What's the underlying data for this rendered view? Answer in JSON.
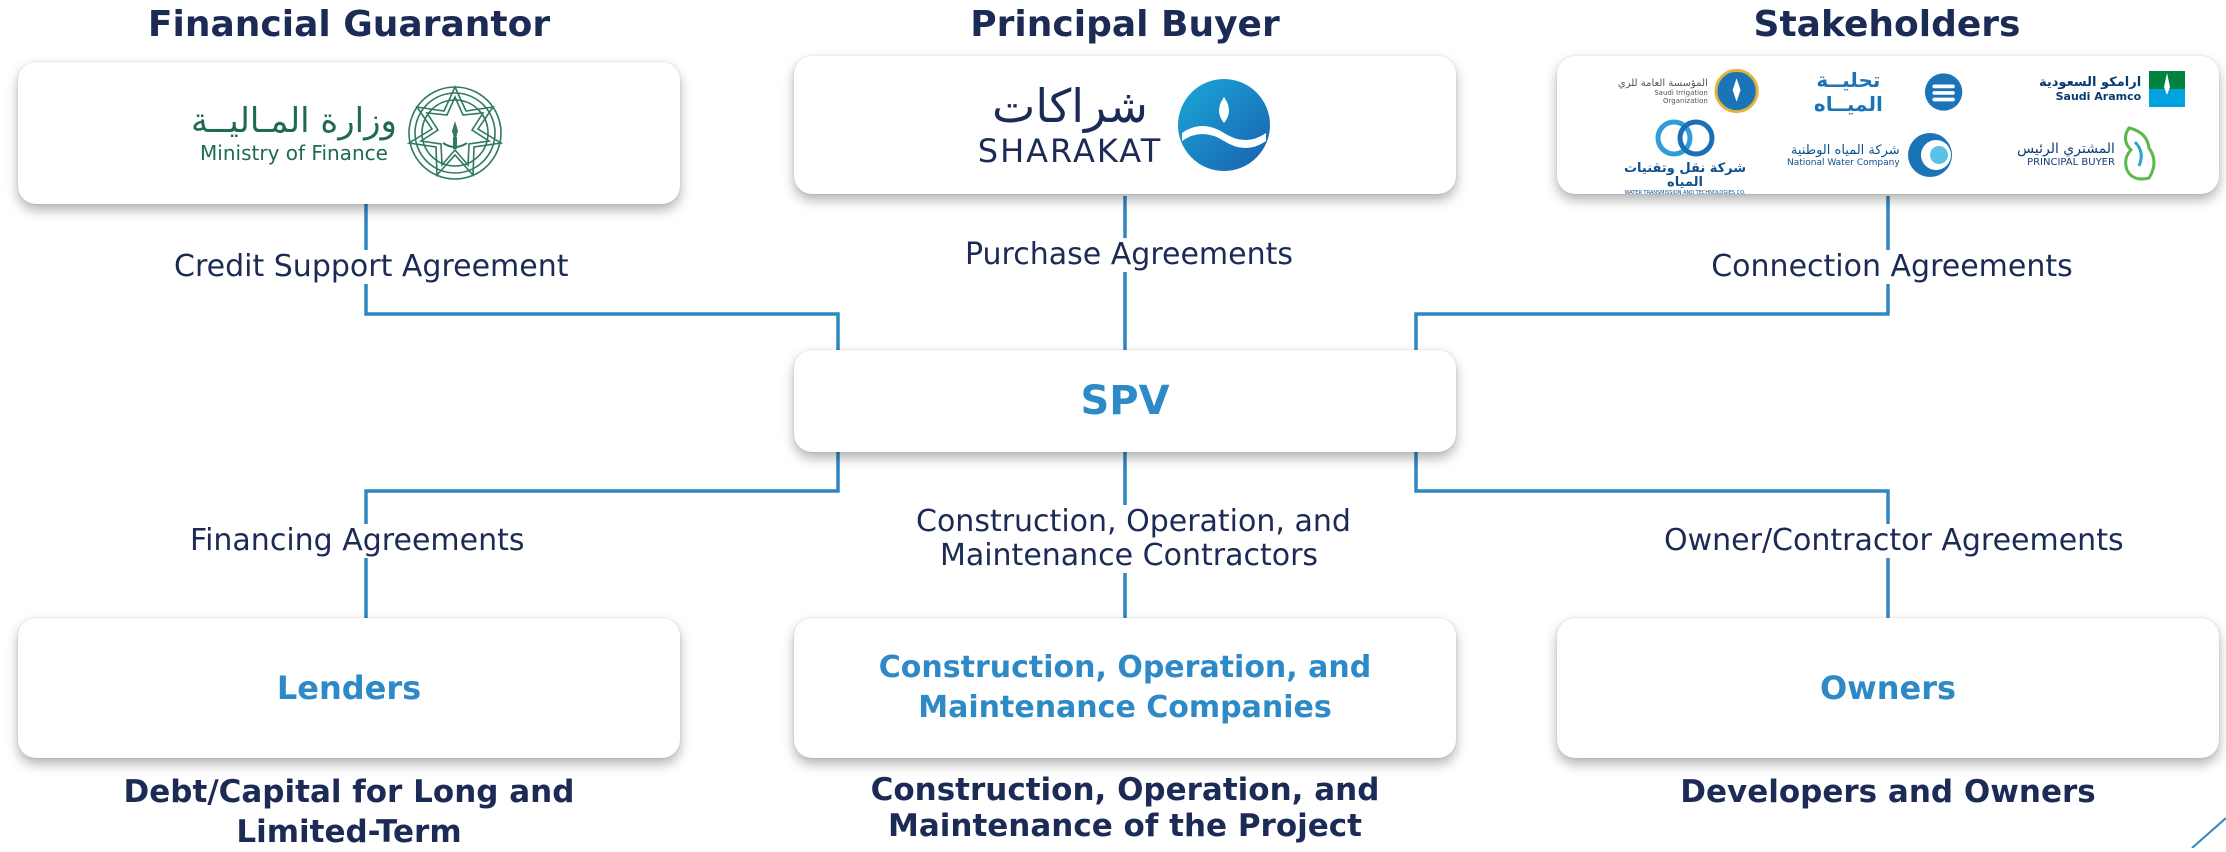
{
  "colors": {
    "accent": "#2d8ac7",
    "line": "#2f86c3",
    "navy": "#1c2b56"
  },
  "headings": {
    "guarantor": "Financial Guarantor",
    "buyer": "Principal Buyer",
    "stakeholders": "Stakeholders"
  },
  "logos": {
    "mof_ar": "وزارة المـاليــة",
    "mof_en": "Ministry of Finance",
    "sharakat_ar": "شراكات",
    "sharakat_en": "SHARAKAT",
    "stakeholders": [
      {
        "name": "irrigation-org",
        "ar": "المؤسسة العامة للري",
        "en": "Saudi Irrigation Organization"
      },
      {
        "name": "water-desalination",
        "ar": "تحليــة الميــاه"
      },
      {
        "name": "aramco",
        "ar": "ارامكو السعودية",
        "en": "Saudi Aramco"
      },
      {
        "name": "water-transmission",
        "ar": "شركة نقل وتقنيات المياه",
        "en": "WATER TRANSMISSION AND TECHNOLOGIES CO."
      },
      {
        "name": "national-water",
        "ar": "شركة المياه الوطنية",
        "en": "National Water Company"
      },
      {
        "name": "principal-buyer",
        "ar": "المشتري الرئيس",
        "en": "PRINCIPAL BUYER"
      }
    ]
  },
  "connectors": {
    "credit": "Credit Support Agreement",
    "purchase": "Purchase Agreements",
    "connection": "Connection Agreements",
    "financing": "Financing Agreements",
    "construction_line1": "Construction, Operation, and",
    "construction_line2": "Maintenance Contractors",
    "owner_contractor": "Owner/Contractor Agreements"
  },
  "center": {
    "spv": "SPV"
  },
  "entities": {
    "lenders": "Lenders",
    "companies_line1": "Construction, Operation, and",
    "companies_line2": "Maintenance Companies",
    "owners": "Owners"
  },
  "descriptions": {
    "lenders_line1": "Debt/Capital for Long and",
    "lenders_line2": "Limited-Term",
    "companies_line1": "Construction, Operation, and",
    "companies_line2": "Maintenance of the Project",
    "owners": "Developers and Owners"
  }
}
